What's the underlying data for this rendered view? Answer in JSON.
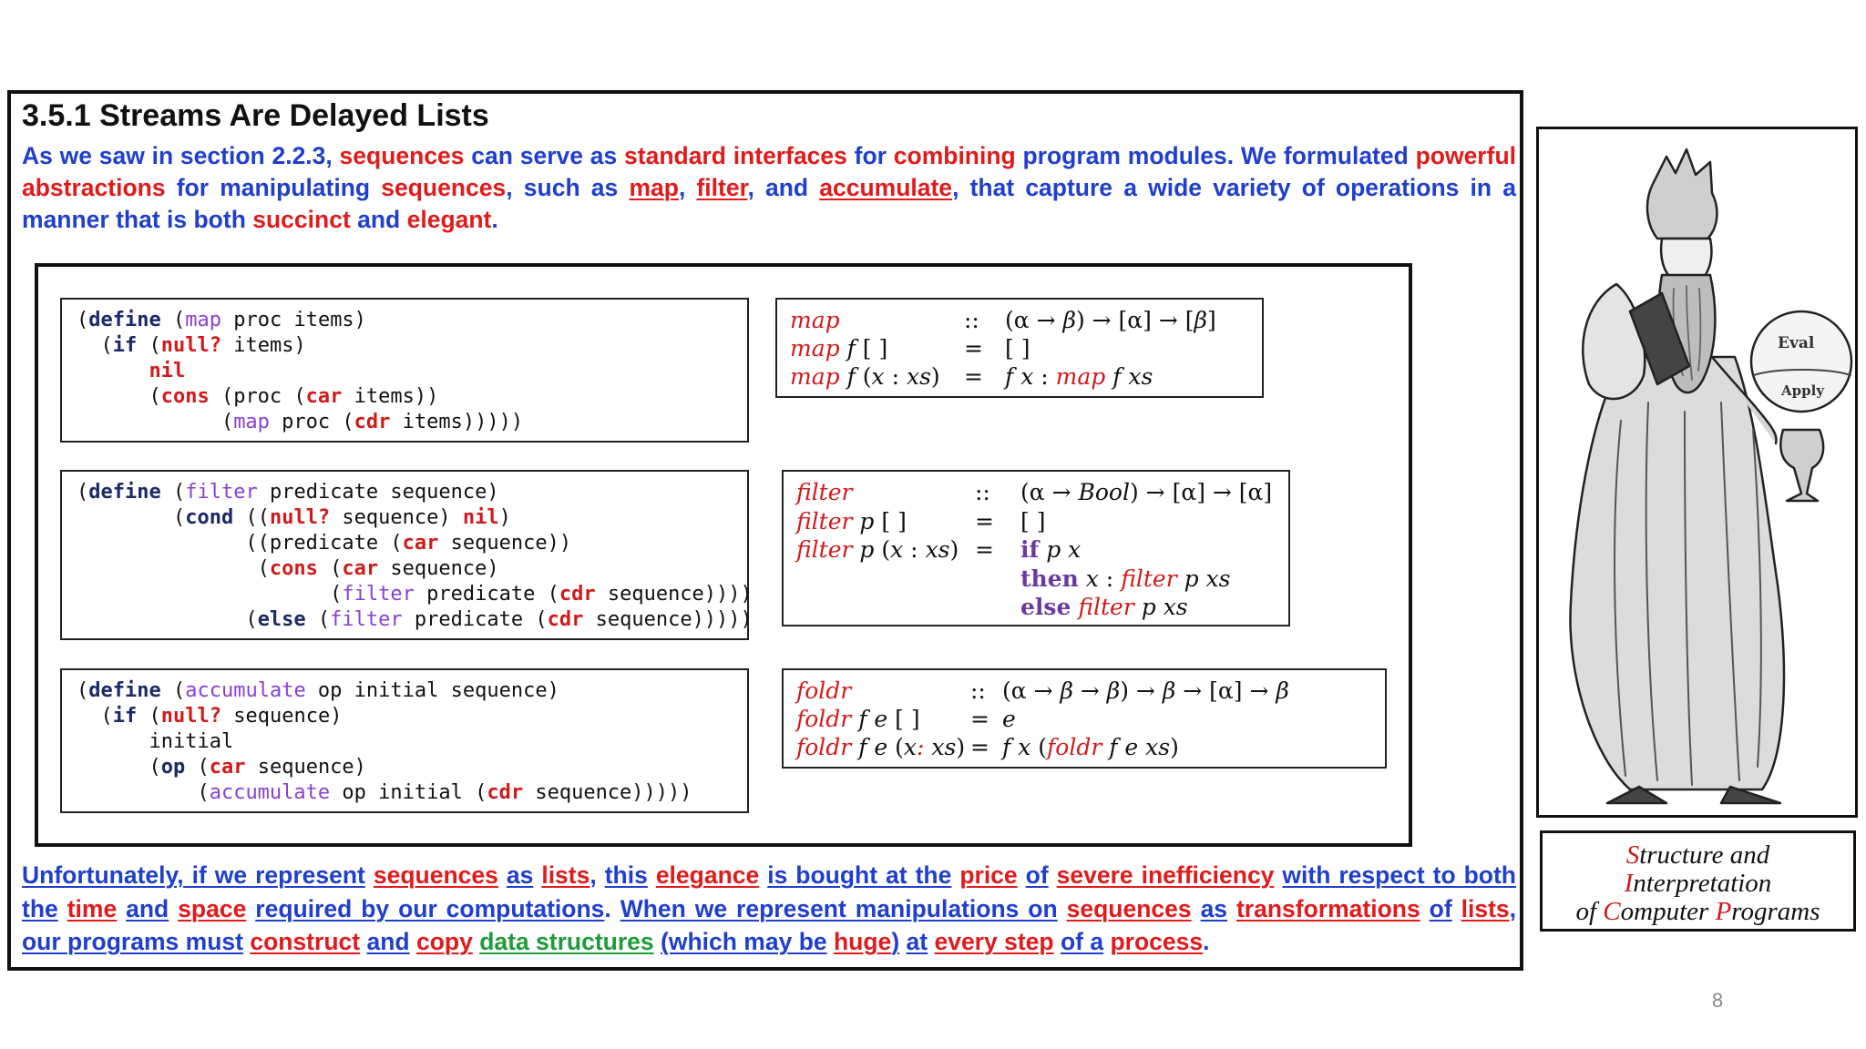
{
  "slide": {
    "title": "3.5.1 Streams Are Delayed Lists",
    "intro": [
      {
        "t": "As we saw in section 2.2.3, ",
        "c": "blue"
      },
      {
        "t": "sequences",
        "c": "red"
      },
      {
        "t": " can serve as ",
        "c": "blue"
      },
      {
        "t": "standard interfaces",
        "c": "red"
      },
      {
        "t": " for ",
        "c": "blue"
      },
      {
        "t": "combining",
        "c": "red"
      },
      {
        "t": " program modules. We formulated ",
        "c": "blue"
      },
      {
        "t": "powerful abstractions",
        "c": "red"
      },
      {
        "t": " for manipulating ",
        "c": "blue"
      },
      {
        "t": "sequences",
        "c": "red"
      },
      {
        "t": ", such as ",
        "c": "blue"
      },
      {
        "t": "map",
        "c": "red",
        "u": true
      },
      {
        "t": ", ",
        "c": "blue"
      },
      {
        "t": "filter",
        "c": "red",
        "u": true
      },
      {
        "t": ", and ",
        "c": "blue"
      },
      {
        "t": "accumulate",
        "c": "red",
        "u": true
      },
      {
        "t": ", that capture a wide variety of operations in a manner that is both ",
        "c": "blue"
      },
      {
        "t": "succinct",
        "c": "red"
      },
      {
        "t": " and ",
        "c": "blue"
      },
      {
        "t": "elegant",
        "c": "red"
      },
      {
        "t": ".",
        "c": "blue"
      }
    ],
    "closing": [
      {
        "t": "Unfortunately, if we represent",
        "c": "blue",
        "u": true
      },
      {
        "t": " ",
        "c": "blue"
      },
      {
        "t": "sequences",
        "c": "red",
        "u": true
      },
      {
        "t": " ",
        "c": "blue"
      },
      {
        "t": "as",
        "c": "blue",
        "u": true
      },
      {
        "t": " ",
        "c": "blue"
      },
      {
        "t": "lists",
        "c": "red",
        "u": true
      },
      {
        "t": ", ",
        "c": "blue"
      },
      {
        "t": "this",
        "c": "blue",
        "u": true
      },
      {
        "t": " ",
        "c": "blue"
      },
      {
        "t": "elegance",
        "c": "red",
        "u": true
      },
      {
        "t": " ",
        "c": "blue"
      },
      {
        "t": "is bought at the",
        "c": "blue",
        "u": true
      },
      {
        "t": " ",
        "c": "blue"
      },
      {
        "t": "price",
        "c": "red",
        "u": true
      },
      {
        "t": " ",
        "c": "blue"
      },
      {
        "t": "of",
        "c": "blue",
        "u": true
      },
      {
        "t": " ",
        "c": "blue"
      },
      {
        "t": "severe inefficiency",
        "c": "red",
        "u": true
      },
      {
        "t": " ",
        "c": "blue"
      },
      {
        "t": "with respect to both the",
        "c": "blue",
        "u": true
      },
      {
        "t": " ",
        "c": "blue"
      },
      {
        "t": "time",
        "c": "red",
        "u": true
      },
      {
        "t": " ",
        "c": "blue"
      },
      {
        "t": "and",
        "c": "blue",
        "u": true
      },
      {
        "t": " ",
        "c": "blue"
      },
      {
        "t": "space",
        "c": "red",
        "u": true
      },
      {
        "t": " ",
        "c": "blue"
      },
      {
        "t": "required by our computations",
        "c": "blue",
        "u": true
      },
      {
        "t": ". ",
        "c": "blue"
      },
      {
        "t": "When we represent manipulations on",
        "c": "blue",
        "u": true
      },
      {
        "t": " ",
        "c": "blue"
      },
      {
        "t": "sequences",
        "c": "red",
        "u": true
      },
      {
        "t": " ",
        "c": "blue"
      },
      {
        "t": "as",
        "c": "blue",
        "u": true
      },
      {
        "t": " ",
        "c": "blue"
      },
      {
        "t": "transformations",
        "c": "red",
        "u": true
      },
      {
        "t": " ",
        "c": "blue"
      },
      {
        "t": "of",
        "c": "blue",
        "u": true
      },
      {
        "t": " ",
        "c": "blue"
      },
      {
        "t": "lists",
        "c": "red",
        "u": true
      },
      {
        "t": ", ",
        "c": "blue"
      },
      {
        "t": "our programs must",
        "c": "blue",
        "u": true
      },
      {
        "t": " ",
        "c": "blue"
      },
      {
        "t": "construct",
        "c": "red",
        "u": true
      },
      {
        "t": " ",
        "c": "blue"
      },
      {
        "t": "and",
        "c": "blue",
        "u": true
      },
      {
        "t": " ",
        "c": "blue"
      },
      {
        "t": "copy",
        "c": "red",
        "u": true
      },
      {
        "t": " ",
        "c": "blue"
      },
      {
        "t": "data structures",
        "c": "green",
        "u": true
      },
      {
        "t": " ",
        "c": "blue"
      },
      {
        "t": "(which may be",
        "c": "blue",
        "u": true
      },
      {
        "t": " ",
        "c": "blue"
      },
      {
        "t": "huge",
        "c": "red",
        "u": true
      },
      {
        "t": ")",
        "c": "blue",
        "u": true
      },
      {
        "t": " ",
        "c": "blue"
      },
      {
        "t": "at",
        "c": "blue",
        "u": true
      },
      {
        "t": " ",
        "c": "blue"
      },
      {
        "t": "every step",
        "c": "red",
        "u": true
      },
      {
        "t": " ",
        "c": "blue"
      },
      {
        "t": "of a",
        "c": "blue",
        "u": true
      },
      {
        "t": " ",
        "c": "blue"
      },
      {
        "t": "process",
        "c": "red",
        "u": true
      },
      {
        "t": ".",
        "c": "blue"
      }
    ],
    "page_number": "8"
  },
  "code": {
    "map": [
      [
        {
          "t": "("
        },
        {
          "t": "define",
          "c": "kw"
        },
        {
          "t": " ("
        },
        {
          "t": "map",
          "c": "hp"
        },
        {
          "t": " proc items)"
        }
      ],
      [
        {
          "t": "  ("
        },
        {
          "t": "if",
          "c": "kw"
        },
        {
          "t": " ("
        },
        {
          "t": "null?",
          "c": "hr"
        },
        {
          "t": " items)"
        }
      ],
      [
        {
          "t": "      "
        },
        {
          "t": "nil",
          "c": "hr"
        }
      ],
      [
        {
          "t": "      ("
        },
        {
          "t": "cons",
          "c": "hr"
        },
        {
          "t": " (proc ("
        },
        {
          "t": "car",
          "c": "hr"
        },
        {
          "t": " items))"
        }
      ],
      [
        {
          "t": "            ("
        },
        {
          "t": "map",
          "c": "hp"
        },
        {
          "t": " proc ("
        },
        {
          "t": "cdr",
          "c": "hr"
        },
        {
          "t": " items)))))"
        }
      ]
    ],
    "filter": [
      [
        {
          "t": "("
        },
        {
          "t": "define",
          "c": "kw"
        },
        {
          "t": " ("
        },
        {
          "t": "filter",
          "c": "hp"
        },
        {
          "t": " predicate sequence)"
        }
      ],
      [
        {
          "t": "        ("
        },
        {
          "t": "cond",
          "c": "kw"
        },
        {
          "t": " (("
        },
        {
          "t": "null?",
          "c": "hr"
        },
        {
          "t": " sequence) "
        },
        {
          "t": "nil",
          "c": "hr"
        },
        {
          "t": ")"
        }
      ],
      [
        {
          "t": "              ((predicate ("
        },
        {
          "t": "car",
          "c": "hr"
        },
        {
          "t": " sequence))"
        }
      ],
      [
        {
          "t": "               ("
        },
        {
          "t": "cons",
          "c": "hr"
        },
        {
          "t": " ("
        },
        {
          "t": "car",
          "c": "hr"
        },
        {
          "t": " sequence)"
        }
      ],
      [
        {
          "t": "                     ("
        },
        {
          "t": "filter",
          "c": "hp"
        },
        {
          "t": " predicate ("
        },
        {
          "t": "cdr",
          "c": "hr"
        },
        {
          "t": " sequence))))"
        }
      ],
      [
        {
          "t": "              ("
        },
        {
          "t": "else",
          "c": "kw"
        },
        {
          "t": " ("
        },
        {
          "t": "filter",
          "c": "hp"
        },
        {
          "t": " predicate ("
        },
        {
          "t": "cdr",
          "c": "hr"
        },
        {
          "t": " sequence)))))"
        }
      ]
    ],
    "accumulate": [
      [
        {
          "t": "("
        },
        {
          "t": "define",
          "c": "kw"
        },
        {
          "t": " ("
        },
        {
          "t": "accumulate",
          "c": "hp"
        },
        {
          "t": " op initial sequence)"
        }
      ],
      [
        {
          "t": "  ("
        },
        {
          "t": "if",
          "c": "kw"
        },
        {
          "t": " ("
        },
        {
          "t": "null?",
          "c": "hr"
        },
        {
          "t": " sequence)"
        }
      ],
      [
        {
          "t": "      initial"
        }
      ],
      [
        {
          "t": "      ("
        },
        {
          "t": "op",
          "c": "kw"
        },
        {
          "t": " ("
        },
        {
          "t": "car",
          "c": "hr"
        },
        {
          "t": " sequence)"
        }
      ],
      [
        {
          "t": "          ("
        },
        {
          "t": "accumulate",
          "c": "hp"
        },
        {
          "t": " op initial ("
        },
        {
          "t": "cdr",
          "c": "hr"
        },
        {
          "t": " sequence)))))"
        }
      ]
    ]
  },
  "haskell": {
    "map": [
      {
        "lhs": [
          {
            "t": "map",
            "c": "fn"
          }
        ],
        "op": "::",
        "rhs": [
          {
            "t": "(α → "
          },
          {
            "t": "β",
            "c": "mi"
          },
          {
            "t": ") → [α] → ["
          },
          {
            "t": "β",
            "c": "mi"
          },
          {
            "t": "]"
          }
        ]
      },
      {
        "lhs": [
          {
            "t": "map",
            "c": "fn"
          },
          {
            "t": " f",
            "c": "mi"
          },
          {
            "t": " [ ]"
          }
        ],
        "op": "=",
        "rhs": [
          {
            "t": "[ ]"
          }
        ]
      },
      {
        "lhs": [
          {
            "t": "map",
            "c": "fn"
          },
          {
            "t": " f",
            "c": "mi"
          },
          {
            "t": " ("
          },
          {
            "t": "x",
            "c": "mi"
          },
          {
            "t": " : "
          },
          {
            "t": "xs",
            "c": "mi"
          },
          {
            "t": ")"
          }
        ],
        "op": "=",
        "rhs": [
          {
            "t": "f x",
            "c": "mi"
          },
          {
            "t": " : "
          },
          {
            "t": "map",
            "c": "fn"
          },
          {
            "t": " f xs",
            "c": "mi"
          }
        ]
      }
    ],
    "filter": [
      {
        "lhs": [
          {
            "t": "filter",
            "c": "fn"
          }
        ],
        "op": "::",
        "rhs": [
          {
            "t": "(α → "
          },
          {
            "t": "Bool",
            "c": "mi"
          },
          {
            "t": ") → [α] → [α]"
          }
        ]
      },
      {
        "lhs": [
          {
            "t": "filter",
            "c": "fn"
          },
          {
            "t": " p",
            "c": "mi"
          },
          {
            "t": "  [ ]"
          }
        ],
        "op": "=",
        "rhs": [
          {
            "t": "[ ]"
          }
        ]
      },
      {
        "lhs": [
          {
            "t": "filter",
            "c": "fn"
          },
          {
            "t": " p",
            "c": "mi"
          },
          {
            "t": "  ("
          },
          {
            "t": "x",
            "c": "mi"
          },
          {
            "t": " : "
          },
          {
            "t": "xs",
            "c": "mi"
          },
          {
            "t": ")"
          }
        ],
        "op": "=",
        "rhs": [
          {
            "t": "if",
            "c": "kwm"
          },
          {
            "t": " p x",
            "c": "mi"
          }
        ]
      },
      {
        "lhs": [],
        "op": "",
        "rhs": [
          {
            "t": "then",
            "c": "kwm"
          },
          {
            "t": " x",
            "c": "mi"
          },
          {
            "t": " : "
          },
          {
            "t": "filter",
            "c": "fn"
          },
          {
            "t": " p xs",
            "c": "mi"
          }
        ]
      },
      {
        "lhs": [],
        "op": "",
        "rhs": [
          {
            "t": "else",
            "c": "kwm"
          },
          {
            "t": " "
          },
          {
            "t": "filter",
            "c": "fn"
          },
          {
            "t": " p xs",
            "c": "mi"
          }
        ]
      }
    ],
    "foldr": [
      {
        "lhs": [
          {
            "t": "foldr",
            "c": "fn"
          }
        ],
        "op": "::",
        "rhs": [
          {
            "t": "(α  → "
          },
          {
            "t": "β",
            "c": "mi"
          },
          {
            "t": "  → "
          },
          {
            "t": "β",
            "c": "mi"
          },
          {
            "t": ") → "
          },
          {
            "t": "β",
            "c": "mi"
          },
          {
            "t": " → [α] → "
          },
          {
            "t": "β",
            "c": "mi"
          }
        ]
      },
      {
        "lhs": [
          {
            "t": "foldr",
            "c": "fn"
          },
          {
            "t": " f e",
            "c": "mi"
          },
          {
            "t": " [ ]"
          }
        ],
        "op": "=",
        "rhs": [
          {
            "t": "e",
            "c": "mi"
          }
        ]
      },
      {
        "lhs": [
          {
            "t": "foldr",
            "c": "fn"
          },
          {
            "t": " f e",
            "c": "mi"
          },
          {
            "t": " ("
          },
          {
            "t": "x",
            "c": "mi"
          },
          {
            "t": ":",
            "c": "fn"
          },
          {
            "t": " xs",
            "c": "mi"
          },
          {
            "t": ")"
          }
        ],
        "op": "=",
        "rhs": [
          {
            "t": "f x",
            "c": "mi"
          },
          {
            "t": " ("
          },
          {
            "t": "foldr",
            "c": "fn"
          },
          {
            "t": " f e xs",
            "c": "mi"
          },
          {
            "t": ")"
          }
        ]
      }
    ]
  },
  "wizard": {
    "globe_eval": "Eval",
    "globe_apply": "Apply"
  },
  "book": {
    "lines": [
      [
        {
          "t": "S",
          "c": "cap"
        },
        {
          "t": "tructure and"
        }
      ],
      [
        {
          "t": "I",
          "c": "cap"
        },
        {
          "t": "nterpretation"
        }
      ],
      [
        {
          "t": "of "
        },
        {
          "t": "C",
          "c": "cap"
        },
        {
          "t": "omputer "
        },
        {
          "t": "P",
          "c": "cap"
        },
        {
          "t": "rograms"
        }
      ]
    ]
  },
  "colors": {
    "blue": "#1f3fcc",
    "red": "#e01b1b",
    "green": "#1f9c3a",
    "purple": "#8a3fd1",
    "navy": "#1a2a66"
  }
}
